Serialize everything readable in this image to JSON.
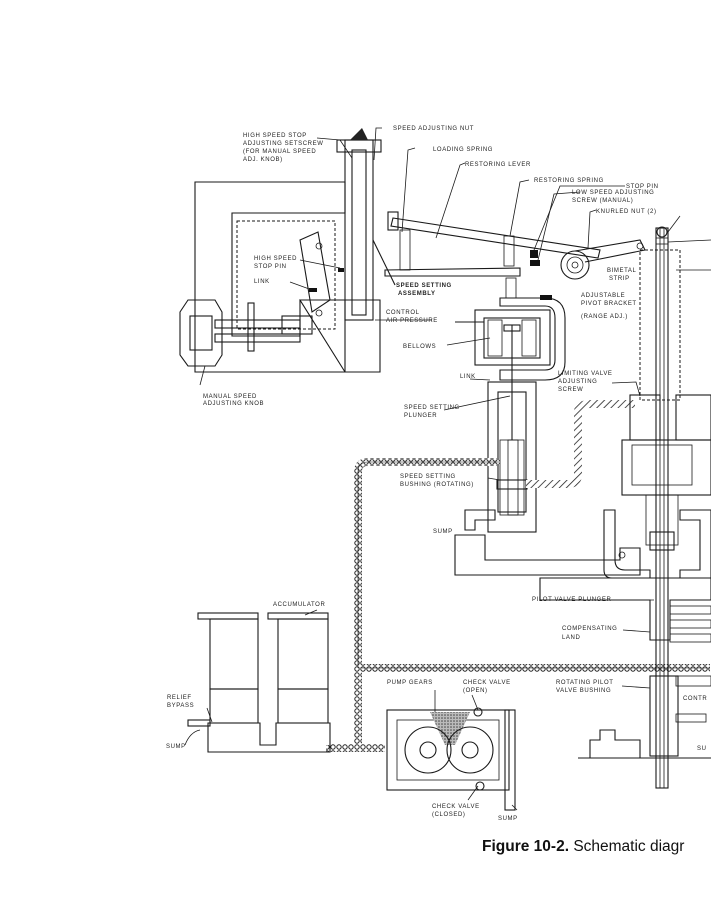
{
  "figure": {
    "caption_number": "Figure 10-2.",
    "caption_text": "Schematic diagr"
  },
  "labels": {
    "high_speed_stop_adj": [
      "HIGH SPEED STOP",
      "ADJUSTING SETSCREW",
      "(FOR MANUAL SPEED",
      "ADJ. KNOB)"
    ],
    "speed_adjusting_nut": "SPEED ADJUSTING NUT",
    "loading_spring": "LOADING SPRING",
    "restoring_lever": "RESTORING LEVER",
    "restoring_spring": "RESTORING SPRING",
    "stop_pin": "STOP PIN",
    "low_speed_adj_screw": [
      "LOW SPEED ADJUSTING",
      "SCREW (MANUAL)"
    ],
    "knurled_nut": "KNURLED NUT (2)",
    "high_speed_stop_pin": [
      "HIGH SPEED",
      "STOP PIN"
    ],
    "link_upper": "LINK",
    "speed_setting_assembly": [
      "SPEED SETTING",
      "ASSEMBLY"
    ],
    "bimetal_strip": [
      "BIMETAL",
      "STRIP"
    ],
    "adjustable_pivot_bracket": [
      "ADJUSTABLE",
      "PIVOT BRACKET",
      "(RANGE ADJ.)"
    ],
    "control_air_pressure": [
      "CONTROL",
      "AIR PRESSURE"
    ],
    "bellows": "BELLOWS",
    "manual_speed_adj_knob": [
      "MANUAL SPEED",
      "ADJUSTING KNOB"
    ],
    "link_lower": "LINK",
    "limiting_valve_adj_screw": [
      "LIMITING VALVE",
      "ADJUSTING",
      "SCREW"
    ],
    "speed_setting_plunger": [
      "SPEED SETTING",
      "PLUNGER"
    ],
    "speed_setting_bushing": [
      "SPEED SETTING",
      "BUSHING (ROTATING)"
    ],
    "sump_upper": "SUMP",
    "accumulator": "ACCUMULATOR",
    "pilot_valve_plunger": "PILOT VALVE PLUNGER",
    "compensating_land": [
      "COMPENSATING",
      "LAND"
    ],
    "relief_bypass": [
      "RELIEF",
      "BYPASS"
    ],
    "sump_left": "SUMP",
    "pump_gears": "PUMP GEARS",
    "check_valve_open": [
      "CHECK VALVE",
      "(OPEN)"
    ],
    "rotating_pilot_valve_bushing": [
      "ROTATING PILOT",
      "VALVE BUSHING"
    ],
    "control_partial": "CONTR",
    "sump_right_partial": "SU",
    "check_valve_closed": [
      "CHECK VALVE",
      "(CLOSED)"
    ],
    "sump_bottom": "SUMP"
  }
}
